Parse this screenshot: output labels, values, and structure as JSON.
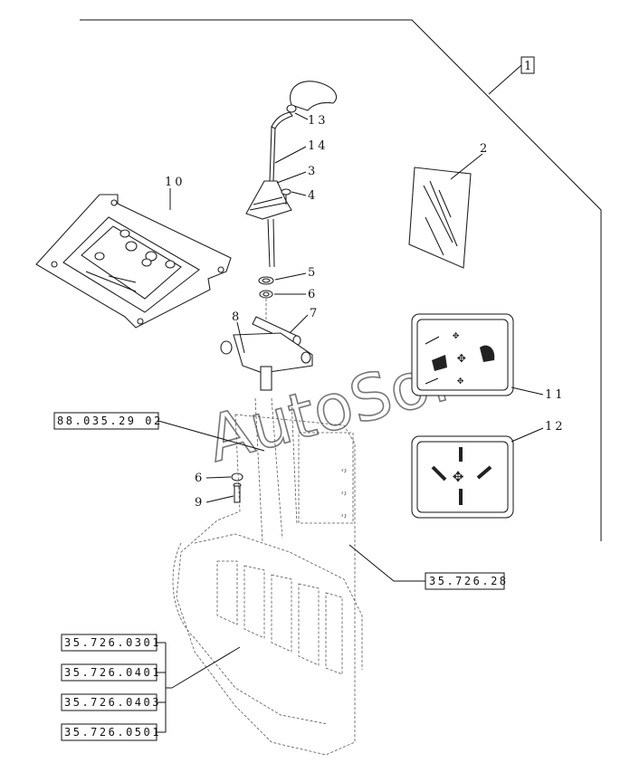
{
  "corner_label": "1",
  "part_numbers": {
    "n1": "1",
    "n2": "2",
    "n3": "3",
    "n4": "4",
    "n5": "5",
    "n6a": "6",
    "n6b": "6",
    "n7": "7",
    "n8": "8",
    "n9": "9",
    "n10": "10",
    "n11": "11",
    "n12": "12",
    "n13": "13",
    "n14": "14"
  },
  "references": {
    "r_88": "88.035.29 02",
    "r_3572628": "35.726.28",
    "r_0301": "35.726.0301",
    "r_0401": "35.726.0401",
    "r_0403": "35.726.0403",
    "r_0501": "35.726.0501"
  },
  "watermark": "AutoSoft"
}
